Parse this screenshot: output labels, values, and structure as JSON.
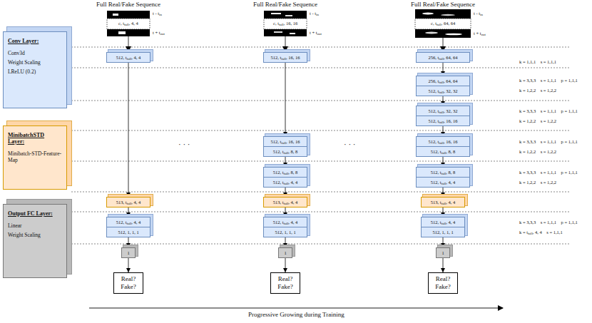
{
  "diagram": {
    "nodes": [
      {
        "text": [
          "Conv Layer:",
          "Conv3d",
          "Weight Scaling",
          "LReLU (0.2)"
        ]
      },
      {
        "text": [
          "MinibatchSTD Layer:",
          "Minibatch-STD-Feature-Map"
        ]
      },
      {
        "text": [
          "Output FC Layer:",
          "Linear",
          "Weight Scaling"
        ]
      },
      {
        "text": [
          "512, tfull, 4, 4"
        ]
      },
      {
        "text": [
          "513, tfull, 4, 4"
        ]
      },
      {
        "text": [
          "512, tfull, 4, 4",
          "512, 1, 1, 1"
        ]
      },
      {
        "text": [
          "1"
        ]
      },
      {
        "text": [
          "Real? Fake?"
        ]
      },
      {
        "text": [
          "512, tfull, 16, 16"
        ]
      },
      {
        "text": [
          "512, tfull, 16, 16",
          "512, tfull, 8, 8"
        ]
      },
      {
        "text": [
          "512, tfull, 8, 8",
          "512, tfull, 4, 4"
        ]
      },
      {
        "text": [
          "513, tfull, 4, 4"
        ]
      },
      {
        "text": [
          "512, tfull, 4, 4",
          "512, 1, 1, 1"
        ]
      },
      {
        "text": [
          "1"
        ]
      },
      {
        "text": [
          "Real? Fake?"
        ]
      },
      {
        "text": [
          "256, tfull, 64, 64"
        ]
      },
      {
        "text": [
          "256, tfull, 64, 64",
          "512, tfull, 32, 32"
        ]
      },
      {
        "text": [
          "512, tfull, 32, 32",
          "512, tfull, 16, 16"
        ]
      },
      {
        "text": [
          "512, tfull, 16, 16",
          "512, tfull, 8, 8"
        ]
      },
      {
        "text": [
          "512, tfull, 8, 8",
          "512, tfull, 4, 4"
        ]
      },
      {
        "text": [
          "513, tfull, 4, 4"
        ]
      },
      {
        "text": [
          "512, tfull, 4, 4",
          "512, 1, 1, 1"
        ]
      },
      {
        "text": [
          "1"
        ]
      },
      {
        "text": [
          "Real? Fake?"
        ]
      }
    ],
    "edges": [
      {
        "from": 3,
        "to": 4,
        "arrow": "to"
      },
      {
        "from": 4,
        "to": 5,
        "arrow": "to"
      },
      {
        "from": 5,
        "to": 6,
        "arrow": "to"
      },
      {
        "from": 6,
        "to": 7,
        "arrow": "to"
      },
      {
        "from": 8,
        "to": 9,
        "arrow": "to"
      },
      {
        "from": 9,
        "to": 10,
        "arrow": "to"
      },
      {
        "from": 10,
        "to": 11,
        "arrow": "to"
      },
      {
        "from": 11,
        "to": 12,
        "arrow": "to"
      },
      {
        "from": 12,
        "to": 13,
        "arrow": "to"
      },
      {
        "from": 13,
        "to": 14,
        "arrow": "to"
      },
      {
        "from": 15,
        "to": 16,
        "arrow": "to"
      },
      {
        "from": 16,
        "to": 17,
        "arrow": "to"
      },
      {
        "from": 17,
        "to": 18,
        "arrow": "to"
      },
      {
        "from": 18,
        "to": 19,
        "arrow": "to"
      },
      {
        "from": 19,
        "to": 20,
        "arrow": "to"
      },
      {
        "from": 20,
        "to": 21,
        "arrow": "to"
      },
      {
        "from": 21,
        "to": 22,
        "arrow": "to"
      },
      {
        "from": 22,
        "to": 23,
        "arrow": "to"
      }
    ],
    "labels": [
      "Full Real/Fake Sequence",
      "Full Real/Fake Sequence",
      "Full Real/Fake Sequence",
      "t - tin",
      "c, tfull, 4, 4",
      "t + tout",
      "t - tin",
      "c, tfull, 16, 16",
      "t + tout",
      "t - tin",
      "c, tfull, 64, 64",
      "t + tout",
      "k = 1,1,1    s = 1,1,1",
      "k = 3,3,3    s = 1,1,1    p = 1,1,1",
      "k = 1,2,2    s = 1,2,2",
      "k = 3,3,3    s = 1,1,1    p = 1,1,1",
      "k = 1,2,2    s = 1,2,2",
      "k = 3,3,3    s = 1,1,1    p = 1,1,1",
      "k = 1,2,2    s = 1,2,2",
      "k = 3,3,3    s = 1,1,1    p = 1,1,1",
      "k = 1,2,2    s = 1,2,2",
      "k = 3,3,3    s = 1,1,1    p = 1,1,1",
      "k = tfull, 4, 4    s = 1,1,1",
      "· · ·",
      "· · ·",
      "Progressive Growing during Training"
    ]
  }
}
